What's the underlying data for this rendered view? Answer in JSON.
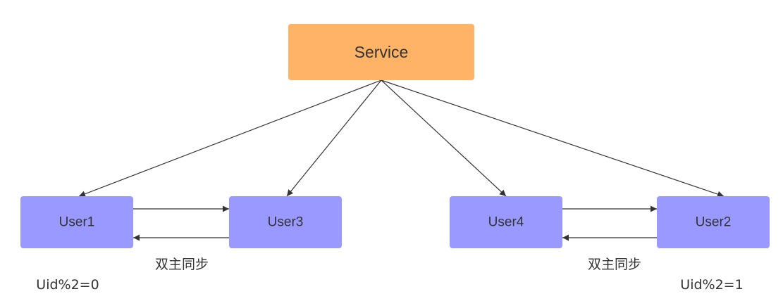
{
  "nodes": {
    "service": {
      "label": "Service"
    },
    "user1": {
      "label": "User1"
    },
    "user3": {
      "label": "User3"
    },
    "user4": {
      "label": "User4"
    },
    "user2": {
      "label": "User2"
    }
  },
  "annotations": {
    "sync_left": "双主同步",
    "sync_right": "双主同步",
    "shard_left": "Uid%2=0",
    "shard_right": "Uid%2=1"
  },
  "colors": {
    "service_fill": "#FFB366",
    "user_fill": "#9999FF",
    "edge": "#333333"
  }
}
